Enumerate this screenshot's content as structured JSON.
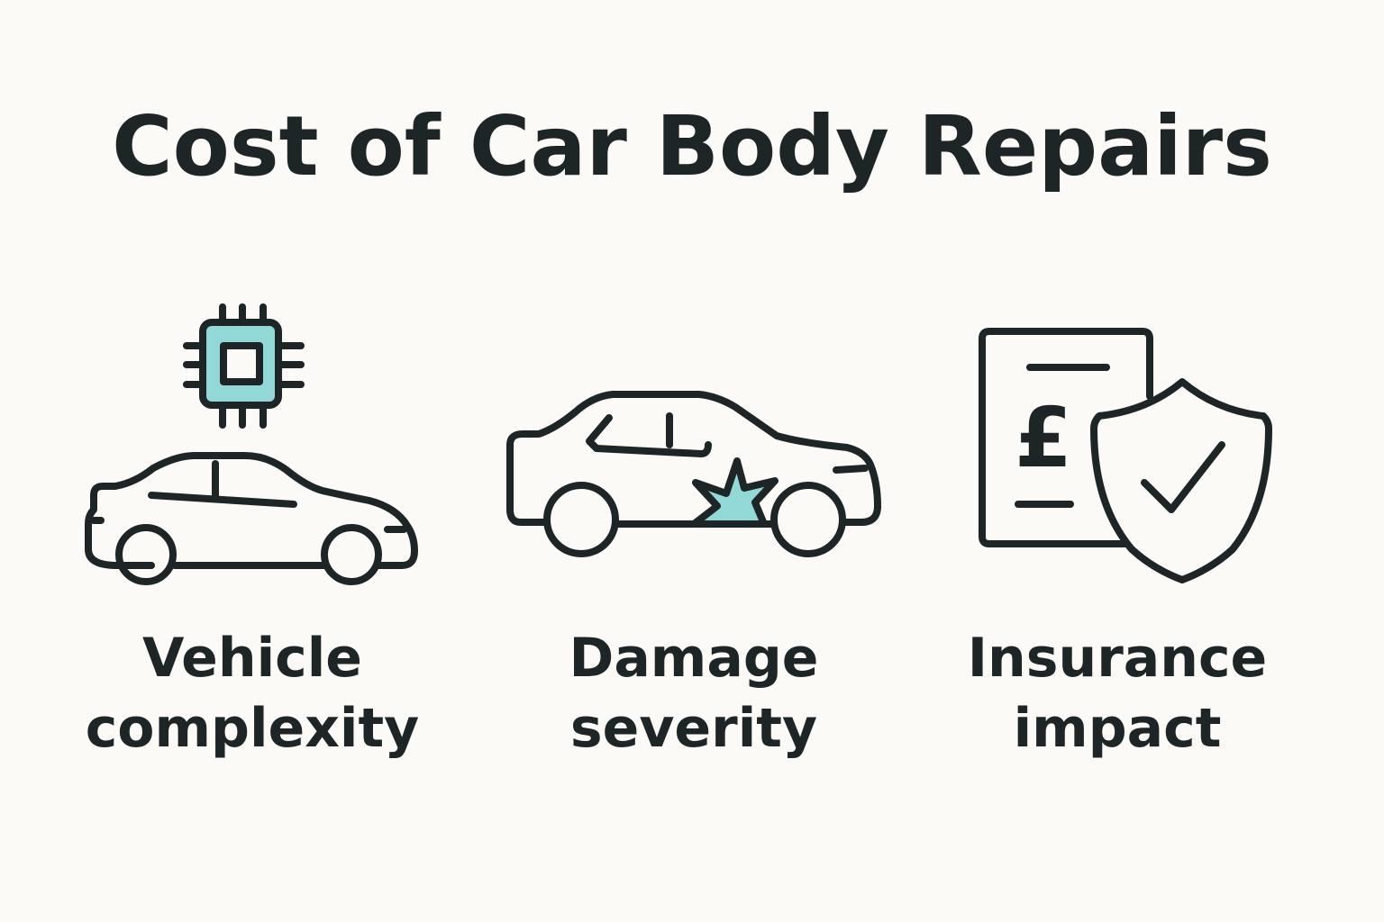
{
  "title": "Cost of Car Body Repairs",
  "colors": {
    "background": "#fbfaf6",
    "ink": "#1e2527",
    "accent": "#92d8d6"
  },
  "items": [
    {
      "icon": "car-with-chip-icon",
      "label_line1": "Vehicle",
      "label_line2": "complexity"
    },
    {
      "icon": "damaged-car-icon",
      "label_line1": "Damage",
      "label_line2": "severity"
    },
    {
      "icon": "insurance-document-shield-icon",
      "currency_symbol": "£",
      "label_line1": "Insurance",
      "label_line2": "impact"
    }
  ]
}
